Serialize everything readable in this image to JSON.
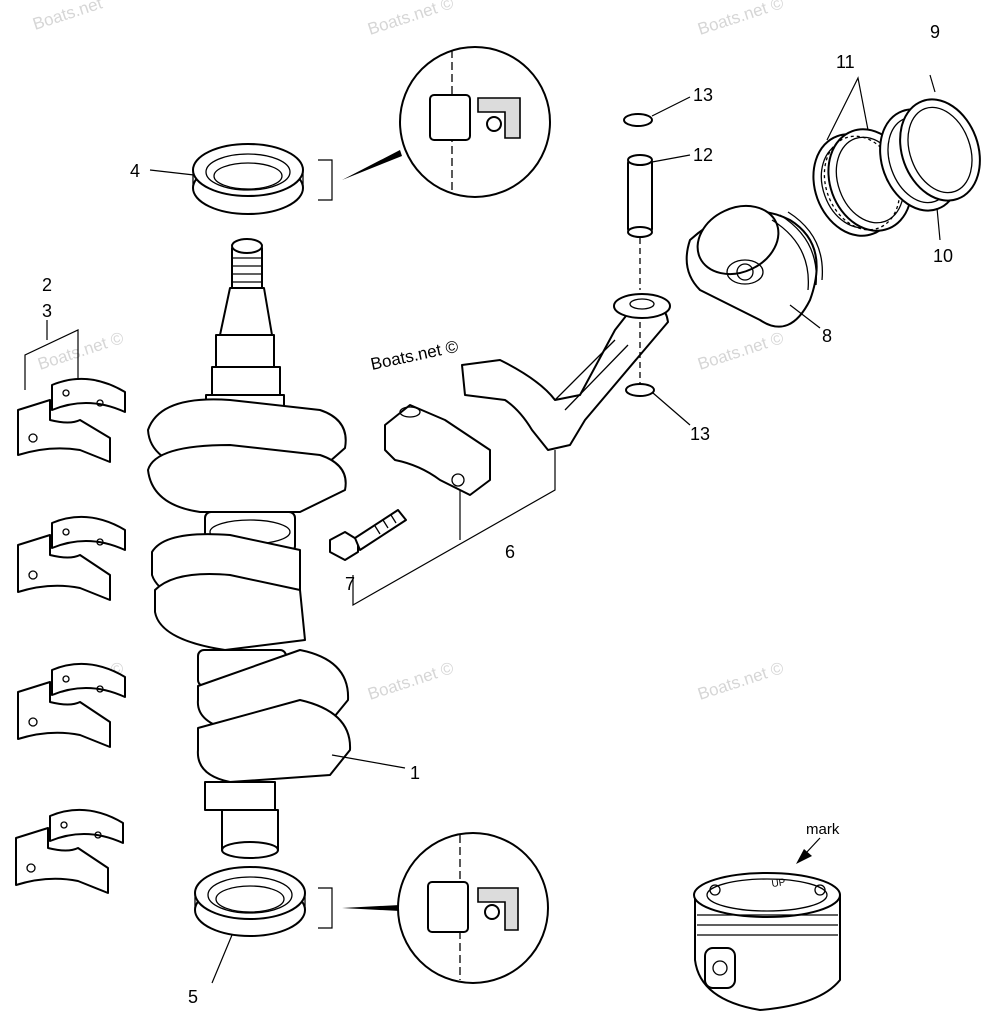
{
  "watermarks": {
    "text": "Boats.net ©",
    "text_cut": "Boats.net"
  },
  "callouts": {
    "crankshaft": "1",
    "bearing_a": "2",
    "bearing_b": "3",
    "upper_oil_seal": "4",
    "lower_oil_seal": "5",
    "connecting_rod": "6",
    "rod_bolt": "7",
    "piston": "8",
    "ring_9": "9",
    "ring_10": "10",
    "ring_11": "11",
    "piston_pin": "12",
    "clip_upper": "13",
    "clip_lower": "13"
  },
  "notes": {
    "mark": "mark",
    "piston_top_up": "UP"
  }
}
